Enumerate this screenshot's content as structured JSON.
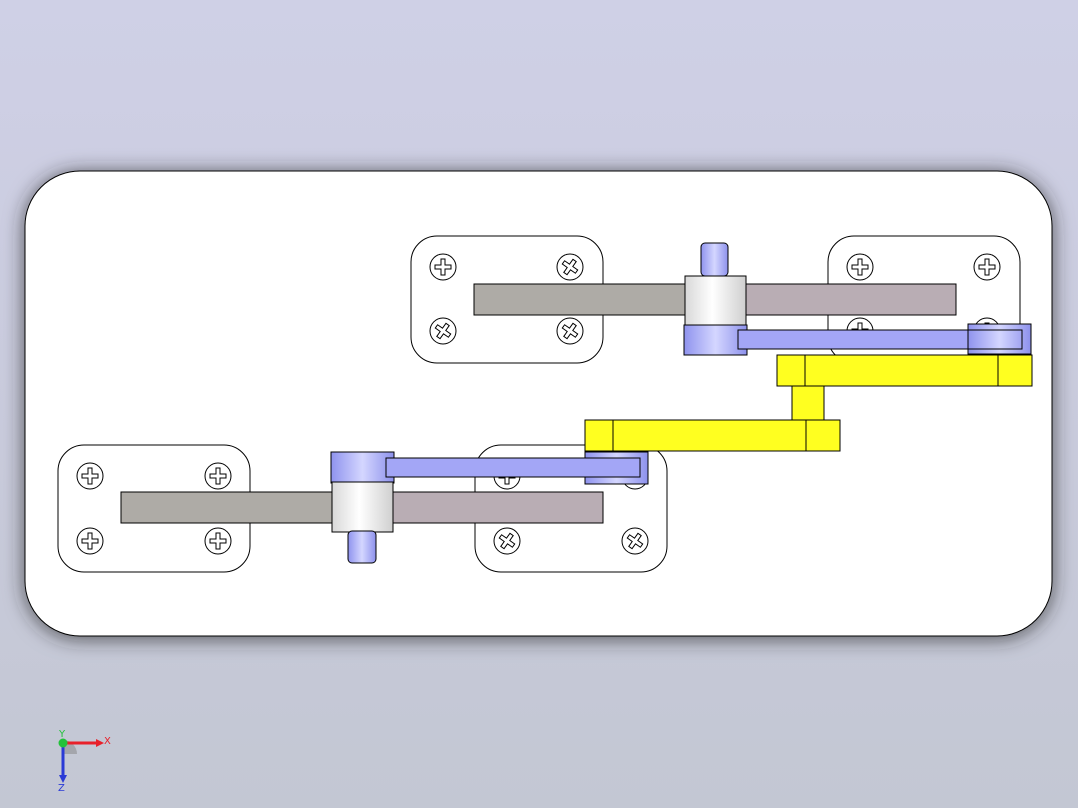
{
  "viewport": {
    "background": "#cdcfe2",
    "plate_color": "#ffffff",
    "outline_color": "#000000"
  },
  "colors": {
    "gray_bar": "#aeaba6",
    "mauve_bar": "#b9adb4",
    "blue_part": "#a3a6f6",
    "yellow_part": "#ffff20",
    "shaft_white": "#f3f3f3"
  },
  "triad": {
    "x_label": "X",
    "y_label": "Y",
    "z_label": "Z",
    "x_color": "#e8202a",
    "y_color": "#22c23a",
    "z_color": "#2a3ad6",
    "icon": "coordinate-triad-icon"
  }
}
